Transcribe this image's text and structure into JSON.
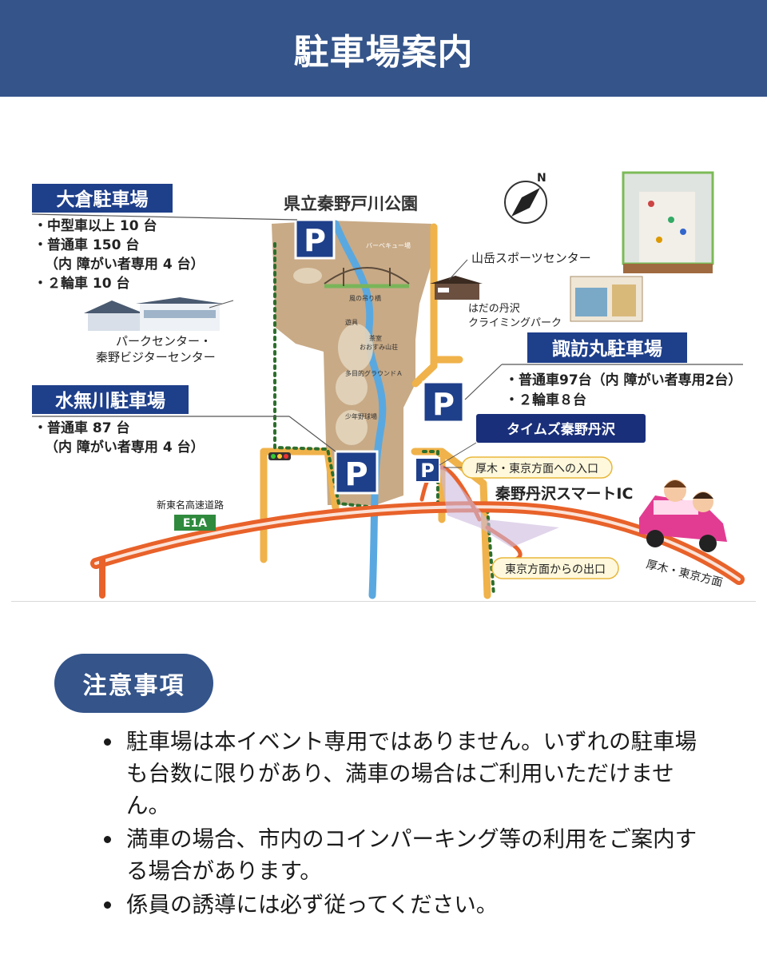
{
  "header": {
    "title": "駐車場案内"
  },
  "map": {
    "park_name": "県立秦野戸川公園",
    "north": "N",
    "okura": {
      "title": "大倉駐車場",
      "lines": [
        "・中型車以上 10 台",
        "・普通車 150 台",
        "（内 障がい者専用 4 台）",
        "・２輪車 10 台"
      ]
    },
    "park_center": [
      "パークセンター・",
      "秦野ビジターセンター"
    ],
    "minashigawa": {
      "title": "水無川駐車場",
      "lines": [
        "・普通車 87 台",
        "（内 障がい者専用 4 台）"
      ]
    },
    "suwamaru": {
      "title": "諏訪丸駐車場",
      "lines": [
        "・普通車97台（内 障がい者専用2台）",
        "・２輪車８台"
      ]
    },
    "times": "タイムズ秦野丹沢",
    "sports_center": "山岳スポーツセンター",
    "climbing": [
      "はだの丹沢",
      "クライミングパーク"
    ],
    "places": {
      "bbq": "バーベキュー場",
      "bridge": "風の吊り橋",
      "playground": "遊具",
      "teahouse_a": "茶室",
      "teahouse_b": "おおすみ山荘",
      "ground": "多目的グラウンドＡ",
      "baseball": "少年野球場"
    },
    "parking_symbol": "P",
    "entrance": "厚木・東京方面への入口",
    "smart_ic": "秦野丹沢スマートIC",
    "exit": "東京方面からの出口",
    "expressway": "新東名高速道路",
    "route_code": "E1A",
    "direction": "厚木・東京方面",
    "colors": {
      "header": "#34548a",
      "road": "#e8622a",
      "water": "#5aa8e0",
      "park": "#c8aa86",
      "path": "#f0b24a"
    }
  },
  "notes": {
    "heading": "注意事項",
    "items": [
      "駐車場は本イベント専用ではありません。いずれの駐車場も台数に限りがあり、満車の場合はご利用いただけません。",
      "満車の場合、市内のコインパーキング等の利用をご案内する場合があります。",
      "係員の誘導には必ず従ってください。"
    ]
  }
}
